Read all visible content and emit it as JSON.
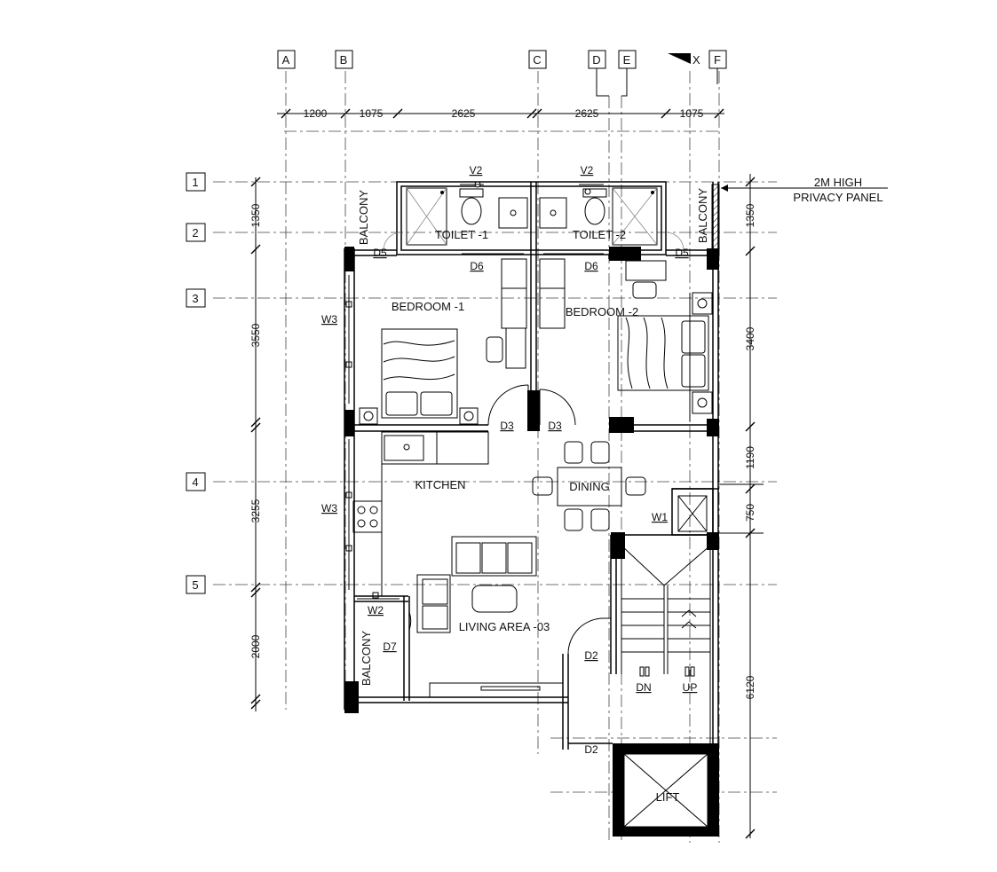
{
  "grid_columns": [
    "A",
    "B",
    "C",
    "D",
    "E",
    "F"
  ],
  "grid_rows": [
    "1",
    "2",
    "3",
    "4",
    "5"
  ],
  "column_dimensions": [
    "1200",
    "1075",
    "2625",
    "2625",
    "1075"
  ],
  "left_dimensions": [
    "1350",
    "3550",
    "3255",
    "2000"
  ],
  "right_dimensions": [
    "1350",
    "3400",
    "1190",
    "750",
    "6120"
  ],
  "section_mark": "X",
  "note": {
    "line1": "2M HIGH",
    "line2": "PRIVACY PANEL"
  },
  "rooms": {
    "toilet1": "TOILET -1",
    "toilet2": "TOILET -2",
    "bedroom1": "BEDROOM -1",
    "bedroom2": "BEDROOM -2",
    "kitchen": "KITCHEN",
    "dining": "DINING",
    "living": "LIVING AREA -03",
    "balcony_top_left": "BALCONY",
    "balcony_top_right": "BALCONY",
    "balcony_bottom": "BALCONY",
    "lift": "LIFT"
  },
  "tags": {
    "v2_left": "V2",
    "v2_right": "V2",
    "d5_left": "D5",
    "d5_right": "D5",
    "d6_left": "D6",
    "d6_right": "D6",
    "w3_top": "W3",
    "w3_bottom": "W3",
    "d3_left": "D3",
    "d3_right": "D3",
    "w1": "W1",
    "w2": "W2",
    "d7": "D7",
    "d2": "D2",
    "d2_lift": "D2",
    "dn": "DN",
    "up": "UP"
  }
}
